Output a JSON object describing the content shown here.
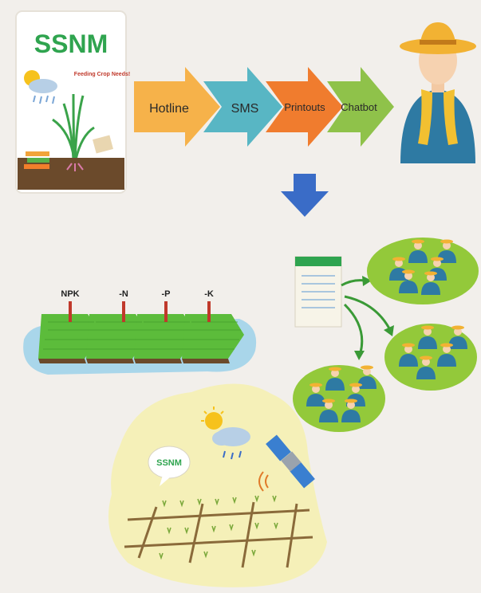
{
  "card": {
    "title": "SSNM",
    "side_text": "Feeding Crop Needs!"
  },
  "channels": [
    {
      "label": "Hotline",
      "color": "#f6b24a"
    },
    {
      "label": "SMS",
      "color": "#58b6c4"
    },
    {
      "label": "Printouts",
      "color": "#f07c2e"
    },
    {
      "label": "Chatbot",
      "color": "#8fc24a"
    }
  ],
  "plots": [
    {
      "label": "NPK"
    },
    {
      "label": "-N"
    },
    {
      "label": "-P"
    },
    {
      "label": "-K"
    }
  ],
  "bubble": {
    "label": "SSNM"
  },
  "colors": {
    "background": "#f2efeb",
    "card_title": "#2fa44f",
    "down_arrow": "#3a6cc7",
    "flow_arrow": "#3a9a36",
    "group_disc": "#93c93a",
    "field_bg": "#f5f0b8",
    "farmer_shirt": "#2e7aa3",
    "scarf": "#f2b233"
  },
  "icons": {
    "down_arrow": "down-arrow-icon",
    "sun": "sun-icon",
    "cloud": "rain-cloud-icon",
    "satellite": "satellite-icon",
    "document": "document-icon"
  }
}
